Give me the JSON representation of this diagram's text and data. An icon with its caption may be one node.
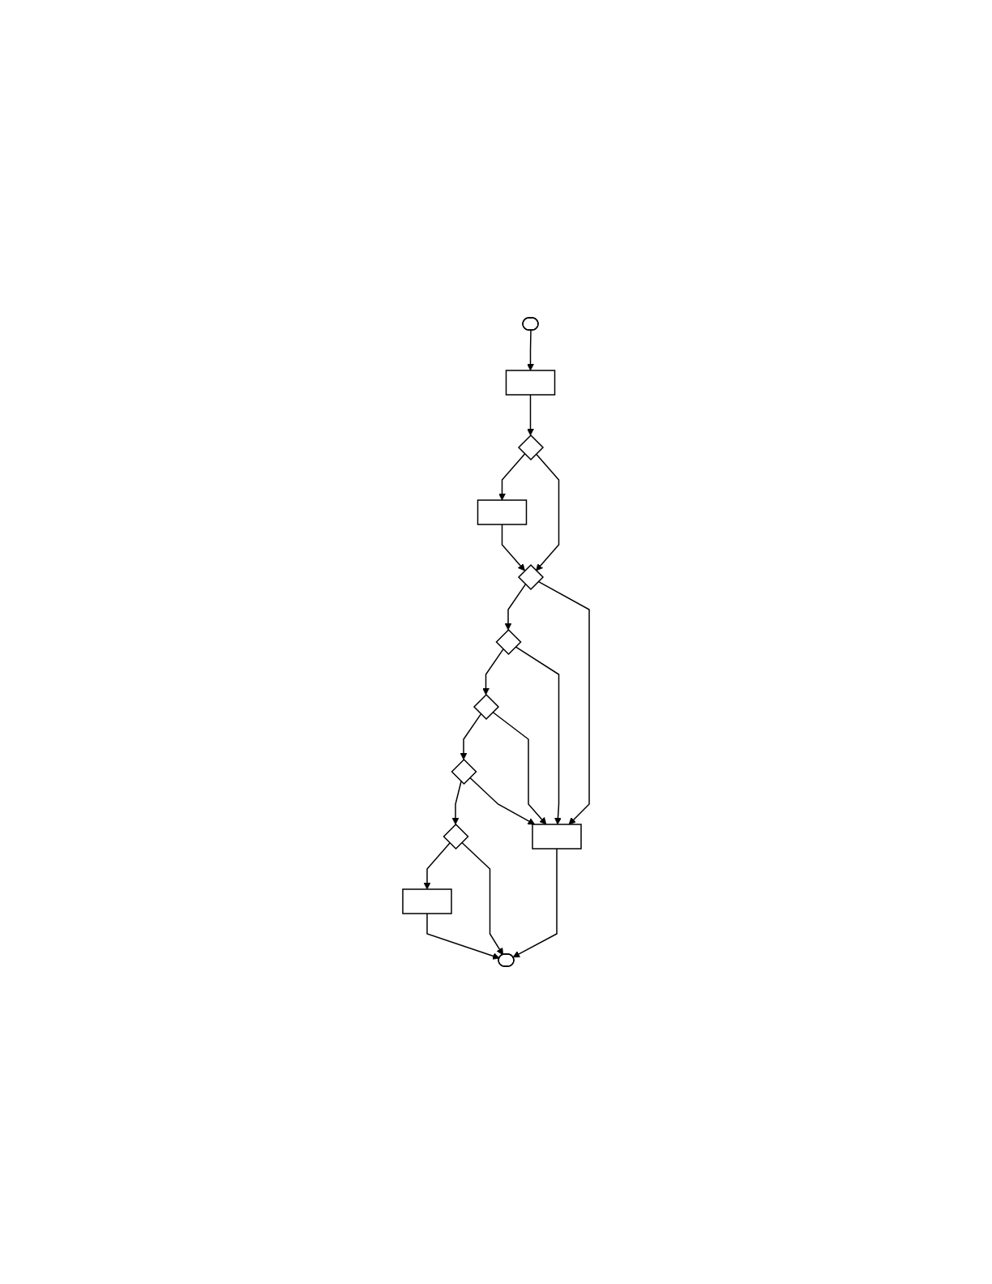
{
  "diagram": {
    "nodes": [
      {
        "text": [],
        "shape": "terminal"
      },
      {
        "text": [],
        "shape": "box"
      },
      {
        "text": [],
        "shape": "box"
      },
      {
        "text": [],
        "shape": "diamond"
      },
      {
        "text": [],
        "shape": "diamond"
      },
      {
        "text": [],
        "shape": "diamond"
      },
      {
        "text": [],
        "shape": "diamond"
      },
      {
        "text": [],
        "shape": "diamond"
      },
      {
        "text": [],
        "shape": "box"
      },
      {
        "text": [],
        "shape": "diamond"
      },
      {
        "text": [],
        "shape": "box"
      },
      {
        "text": [],
        "shape": "terminal"
      }
    ],
    "edges": [
      {
        "from": 0,
        "to": 1,
        "arrow": "to"
      },
      {
        "from": 1,
        "to": 3,
        "arrow": "to"
      },
      {
        "from": 3,
        "to": 2,
        "arrow": "to"
      },
      {
        "from": 3,
        "to": 4,
        "arrow": "to"
      },
      {
        "from": 2,
        "to": 4,
        "arrow": "to"
      },
      {
        "from": 4,
        "to": 5,
        "arrow": "to"
      },
      {
        "from": 4,
        "to": 10,
        "arrow": "to"
      },
      {
        "from": 5,
        "to": 6,
        "arrow": "to"
      },
      {
        "from": 5,
        "to": 10,
        "arrow": "to"
      },
      {
        "from": 6,
        "to": 7,
        "arrow": "to"
      },
      {
        "from": 6,
        "to": 10,
        "arrow": "to"
      },
      {
        "from": 7,
        "to": 9,
        "arrow": "to"
      },
      {
        "from": 7,
        "to": 10,
        "arrow": "to"
      },
      {
        "from": 9,
        "to": 8,
        "arrow": "to"
      },
      {
        "from": 8,
        "to": 11,
        "arrow": "to"
      },
      {
        "from": 9,
        "to": 11,
        "arrow": "to"
      },
      {
        "from": 10,
        "to": 11,
        "arrow": "to"
      }
    ]
  }
}
